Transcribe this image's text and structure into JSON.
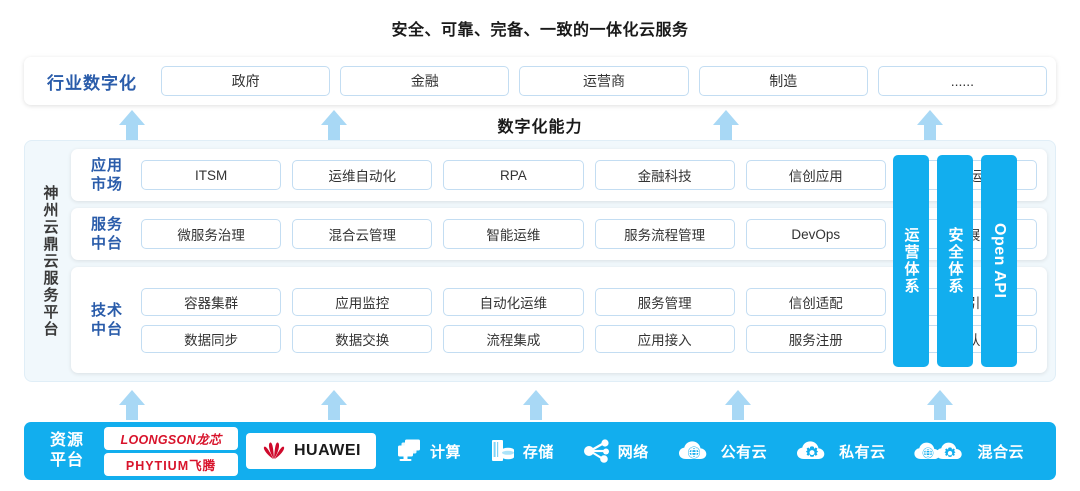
{
  "title": "安全、可靠、完备、一致的一体化云服务",
  "capability_label": "数字化能力",
  "colors": {
    "brand_blue": "#12aeee",
    "arrow_blue": "#a8d8f5",
    "label_blue": "#2a5caa",
    "panel_bg": "#f1f8fc",
    "cell_border": "#c3ddf2",
    "vendor_red": "#d8132b",
    "huawei_red": "#cf0a2c"
  },
  "industry": {
    "label": "行业数字化",
    "items": [
      {
        "label": "政府"
      },
      {
        "label": "金融"
      },
      {
        "label": "运营商"
      },
      {
        "label": "制造"
      },
      {
        "label": "......"
      }
    ]
  },
  "platform": {
    "vertical_label": "神州云鼎云服务平台",
    "layers": [
      {
        "key": "app-market",
        "label": "应用\n市场",
        "label_line1": "应用",
        "label_line2": "市场",
        "cells": [
          "ITSM",
          "运维自动化",
          "RPA",
          "金融科技",
          "信创应用",
          "运维/运营"
        ]
      },
      {
        "key": "service-platform",
        "label_line1": "服务",
        "label_line2": "中台",
        "cells": [
          "微服务治理",
          "混合云管理",
          "智能运维",
          "服务流程管理",
          "DevOps",
          "大屏展示"
        ]
      },
      {
        "key": "tech-platform",
        "label_line1": "技术",
        "label_line2": "中台",
        "rows": [
          [
            "容器集群",
            "应用监控",
            "自动化运维",
            "服务管理",
            "信创适配",
            "流程引擎"
          ],
          [
            "数据同步",
            "数据交换",
            "流程集成",
            "应用接入",
            "服务注册",
            "统一认证"
          ]
        ]
      }
    ],
    "vertical_bars": [
      {
        "label": "运营体系",
        "script": "cjk"
      },
      {
        "label": "安全体系",
        "script": "cjk"
      },
      {
        "label": "Open API",
        "script": "latin"
      }
    ]
  },
  "resource": {
    "label_line1": "资源",
    "label_line2": "平台",
    "vendors": [
      {
        "name": "LOONGSON龙芯",
        "style": "italic"
      },
      {
        "name": "PHYTIUM飞腾",
        "style": "plain"
      }
    ],
    "huawei": {
      "name": "HUAWEI",
      "icon": "huawei-logo-icon"
    },
    "items": [
      {
        "label": "计算",
        "icon": "computer-icon"
      },
      {
        "label": "存储",
        "icon": "storage-icon"
      },
      {
        "label": "网络",
        "icon": "network-icon"
      },
      {
        "label": "公有云",
        "icon": "public-cloud-icon"
      },
      {
        "label": "私有云",
        "icon": "private-cloud-icon"
      },
      {
        "label": "混合云",
        "icon": "hybrid-cloud-icon"
      }
    ]
  },
  "arrows": {
    "top_row_count": 4,
    "bottom_row_count": 5
  }
}
